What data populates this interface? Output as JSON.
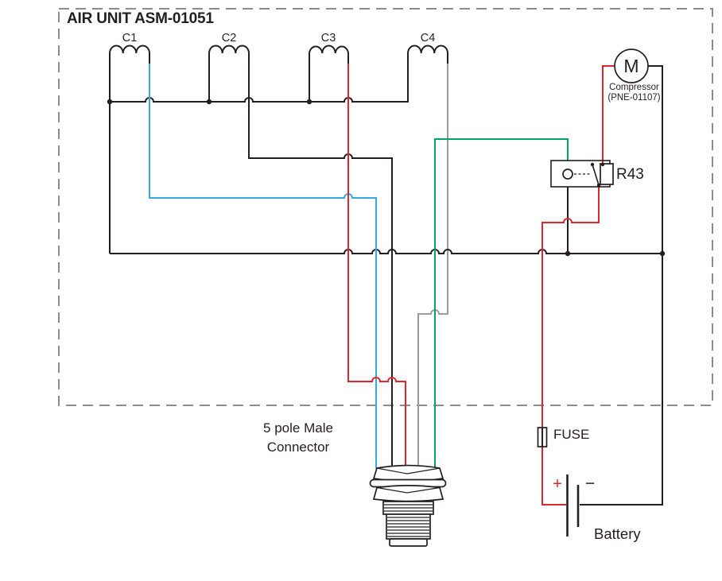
{
  "diagram": {
    "title": "AIR UNIT ASM-01051",
    "coil_labels": [
      "C1",
      "C2",
      "C3",
      "C4"
    ],
    "motor": {
      "symbol": "M",
      "name": "Compressor",
      "part_number": "(PNE-01107)"
    },
    "relay_label": "R43",
    "connector_label": {
      "line1": "5 pole Male",
      "line2": "Connector"
    },
    "fuse_label": "FUSE",
    "battery": {
      "label": "Battery",
      "positive": "+",
      "negative": "−"
    },
    "colors": {
      "wire_black": "#231F20",
      "wire_red": "#E0262C",
      "wire_blue": "#36A9E0",
      "wire_green": "#00A564",
      "wire_gray": "#9B9B9B",
      "border_gray": "#8C8C8C",
      "text": "#231F20"
    }
  }
}
